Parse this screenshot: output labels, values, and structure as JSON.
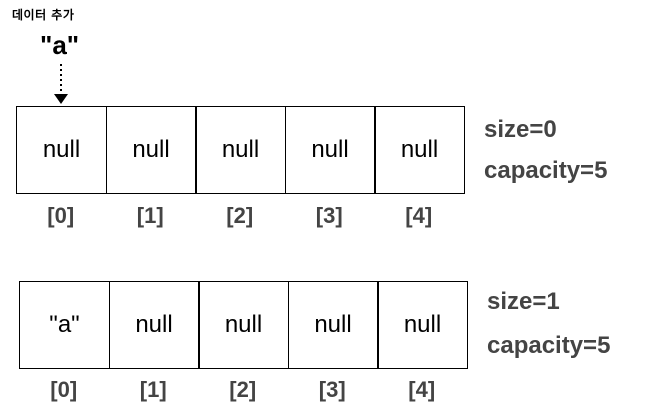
{
  "caption": "데이터 추가",
  "incoming_value": "\"a\"",
  "before": {
    "cells": [
      "null",
      "null",
      "null",
      "null",
      "null"
    ],
    "indices": [
      "[0]",
      "[1]",
      "[2]",
      "[3]",
      "[4]"
    ],
    "size_label": "size=0",
    "capacity_label": "capacity=5"
  },
  "after": {
    "cells": [
      "\"a\"",
      "null",
      "null",
      "null",
      "null"
    ],
    "indices": [
      "[0]",
      "[1]",
      "[2]",
      "[3]",
      "[4]"
    ],
    "size_label": "size=1",
    "capacity_label": "capacity=5"
  }
}
